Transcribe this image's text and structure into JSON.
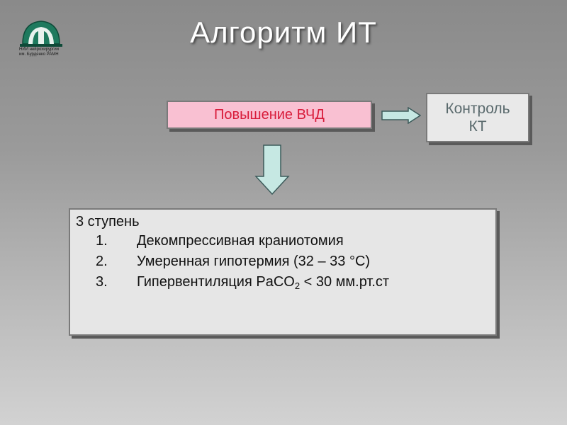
{
  "title": "Алгоритм ИТ",
  "logo": {
    "line1": "НИИ нейрохирургии",
    "line2": "им. Бурденко РАМН",
    "icon": "institute-logo-icon"
  },
  "boxes": {
    "icp": "Повышение ВЧД",
    "ct_line1": "Контроль",
    "ct_line2": "КТ"
  },
  "main": {
    "stage": "3 ступень",
    "items": [
      {
        "num": "1.",
        "text": "Декомпрессивная краниотомия"
      },
      {
        "num": "2.",
        "text": "Умеренная гипотермия (32 – 33 °С)"
      },
      {
        "num": "3.",
        "text_prefix": "Гипервентиляция PaCO",
        "text_sub": "2",
        "text_suffix": " < 30 мм.рт.ст"
      }
    ]
  },
  "colors": {
    "icp_fill": "#f9c0d2",
    "icp_text": "#d81b3a",
    "arrow_fill": "#c6e8e3",
    "box_fill": "#e6e6e6",
    "logo_green": "#1e7a5e"
  }
}
